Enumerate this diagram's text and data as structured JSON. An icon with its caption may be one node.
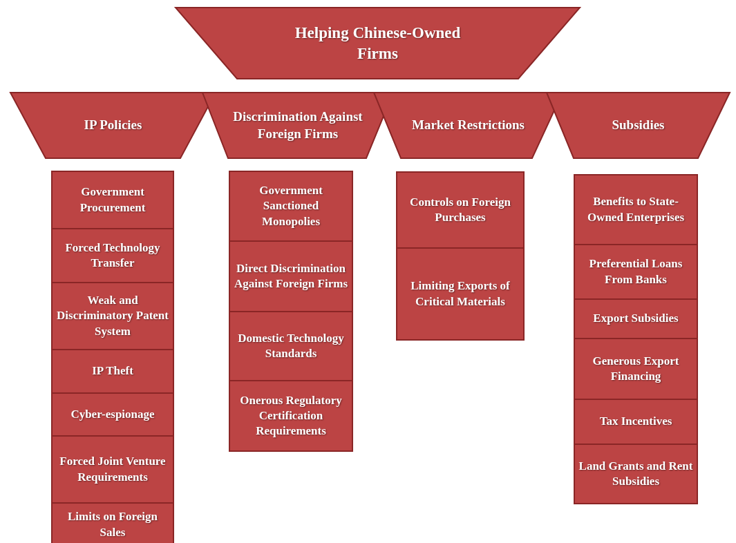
{
  "diagram": {
    "nodes": [
      {
        "text": [
          "Helping Chinese-Owned Firms"
        ]
      },
      {
        "text": [
          "IP Policies"
        ]
      },
      {
        "text": [
          "Discrimination Against Foreign Firms"
        ]
      },
      {
        "text": [
          "Market Restrictions"
        ]
      },
      {
        "text": [
          "Subsidies"
        ]
      },
      {
        "text": [
          "Government Procurement"
        ]
      },
      {
        "text": [
          "Forced Technology Transfer"
        ]
      },
      {
        "text": [
          "Weak and Discriminatory Patent System"
        ]
      },
      {
        "text": [
          "IP Theft"
        ]
      },
      {
        "text": [
          "Cyber-espionage"
        ]
      },
      {
        "text": [
          "Forced Joint Venture Requirements"
        ]
      },
      {
        "text": [
          "Limits on Foreign Sales"
        ]
      },
      {
        "text": [
          "Government Sanctioned Monopolies"
        ]
      },
      {
        "text": [
          "Direct Discrimination Against Foreign Firms"
        ]
      },
      {
        "text": [
          "Domestic Technology Standards"
        ]
      },
      {
        "text": [
          "Onerous Regulatory Certification Requirements"
        ]
      },
      {
        "text": [
          "Controls on Foreign Purchases"
        ]
      },
      {
        "text": [
          "Limiting Exports of Critical Materials"
        ]
      },
      {
        "text": [
          "Benefits to State-Owned Enterprises"
        ]
      },
      {
        "text": [
          "Preferential Loans From Banks"
        ]
      },
      {
        "text": [
          "Export Subsidies"
        ]
      },
      {
        "text": [
          "Generous Export Financing"
        ]
      },
      {
        "text": [
          "Tax Incentives"
        ]
      },
      {
        "text": [
          "Land Grants and Rent Subsidies"
        ]
      }
    ]
  }
}
